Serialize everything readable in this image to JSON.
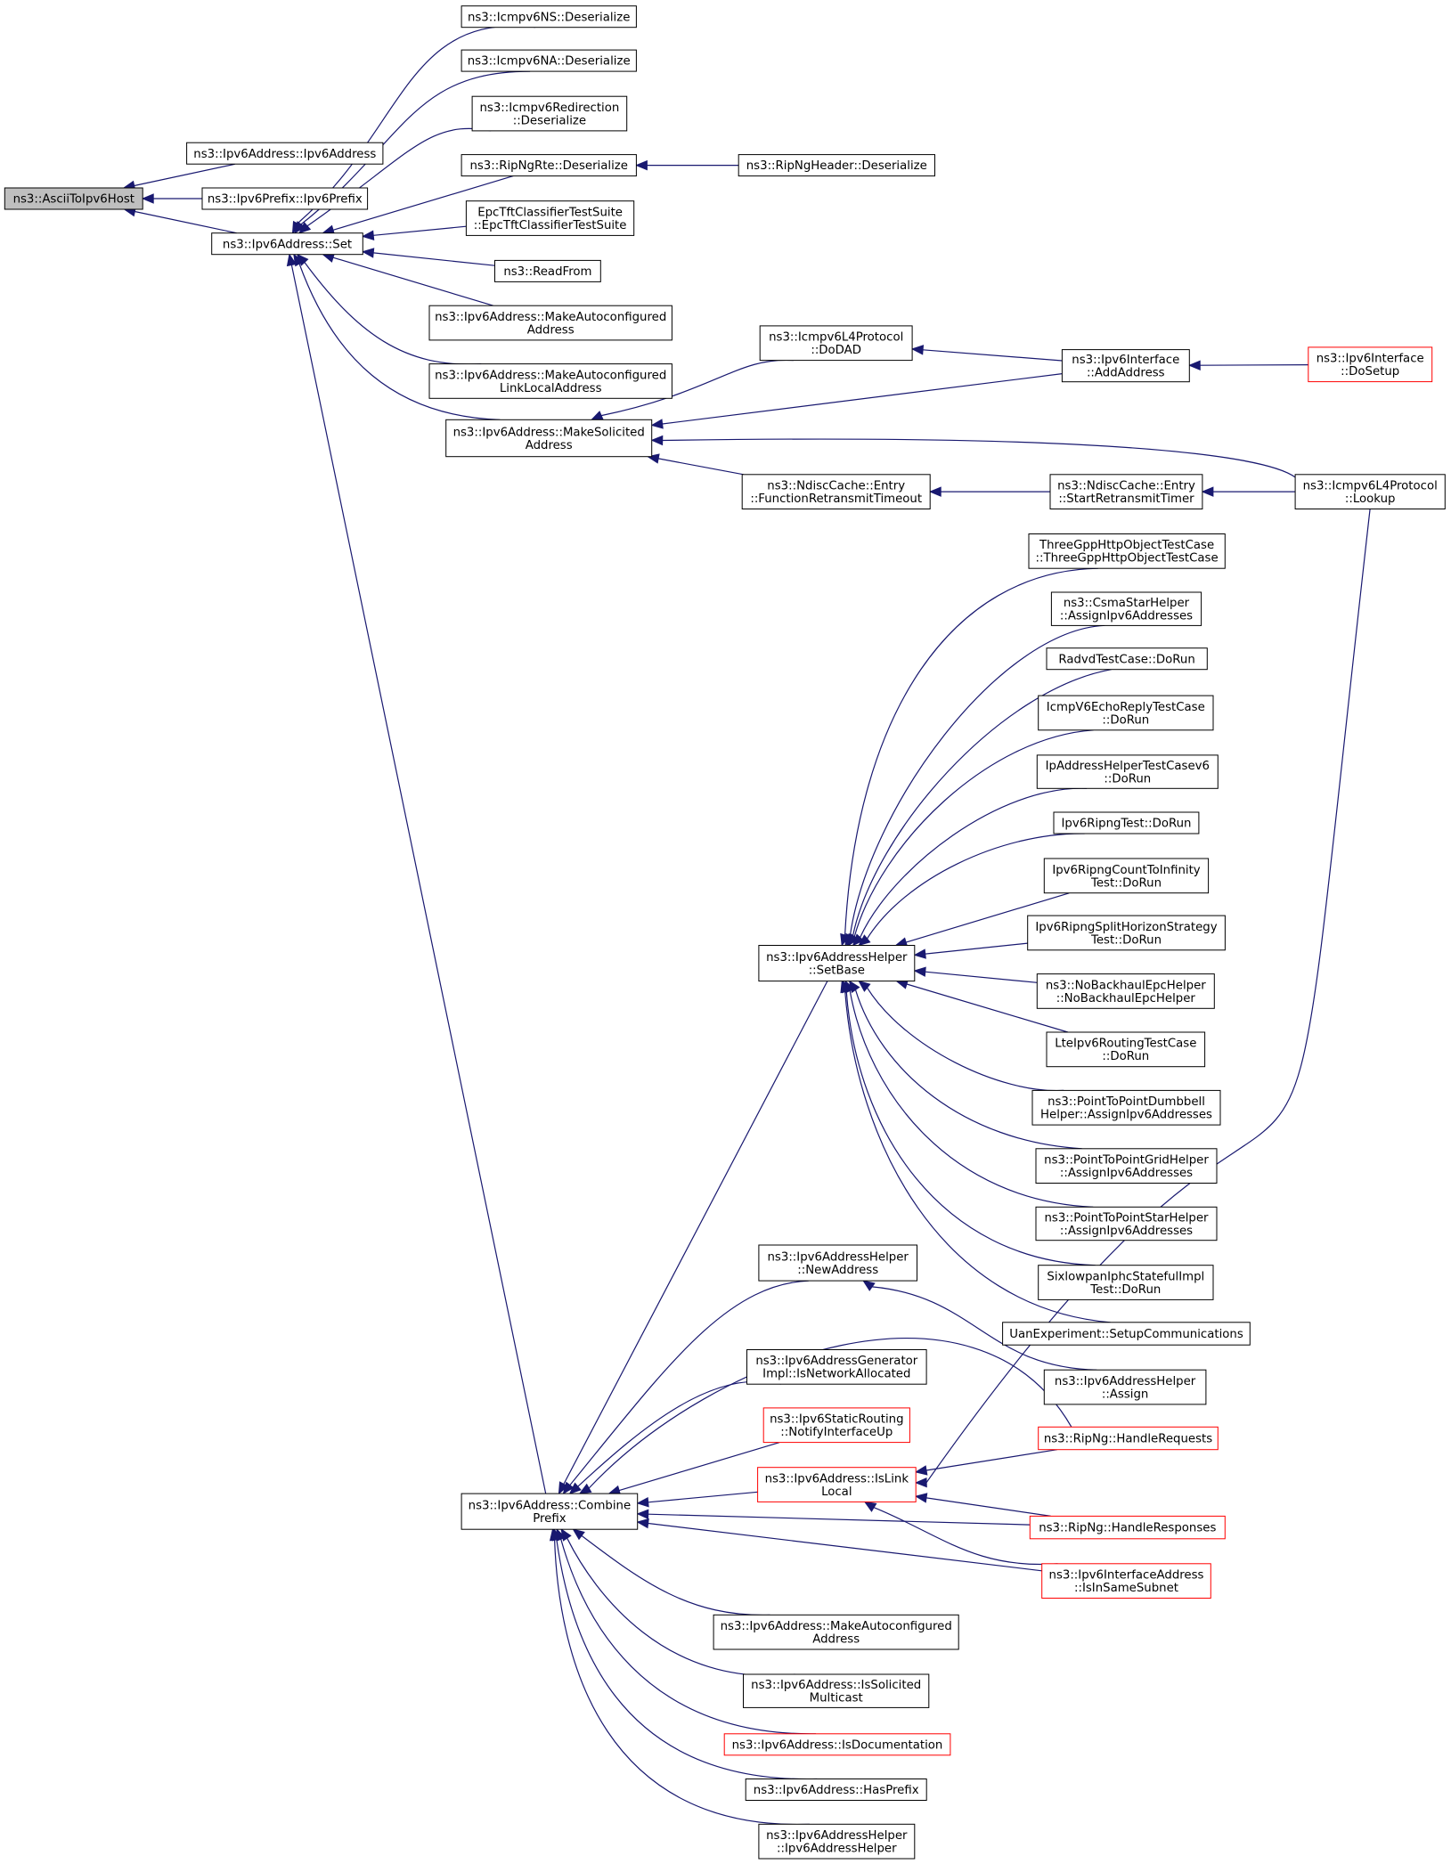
{
  "nodes": [
    {
      "id": "root",
      "lines": [
        "ns3::AsciiToIpv6Host"
      ],
      "root": true
    },
    {
      "id": "ipv6addr_ctor",
      "lines": [
        "ns3::Ipv6Address::Ipv6Address"
      ]
    },
    {
      "id": "ipv6prefix_ctor",
      "lines": [
        "ns3::Ipv6Prefix::Ipv6Prefix"
      ]
    },
    {
      "id": "set",
      "lines": [
        "ns3::Ipv6Address::Set"
      ]
    },
    {
      "id": "icmpns_deser",
      "lines": [
        "ns3::Icmpv6NS::Deserialize"
      ]
    },
    {
      "id": "icmpna_deser",
      "lines": [
        "ns3::Icmpv6NA::Deserialize"
      ]
    },
    {
      "id": "icmpredir_deser",
      "lines": [
        "ns3::Icmpv6Redirection",
        "::Deserialize"
      ]
    },
    {
      "id": "ripngrte_deser",
      "lines": [
        "ns3::RipNgRte::Deserialize"
      ]
    },
    {
      "id": "ripngheader_deser",
      "lines": [
        "ns3::RipNgHeader::Deserialize"
      ]
    },
    {
      "id": "epctft",
      "lines": [
        "EpcTftClassifierTestSuite",
        "::EpcTftClassifierTestSuite"
      ]
    },
    {
      "id": "readfrom",
      "lines": [
        "ns3::ReadFrom"
      ]
    },
    {
      "id": "makeauto_addr1",
      "lines": [
        "ns3::Ipv6Address::MakeAutoconfigured",
        "Address"
      ]
    },
    {
      "id": "makeauto_ll",
      "lines": [
        "ns3::Ipv6Address::MakeAutoconfigured",
        "LinkLocalAddress"
      ]
    },
    {
      "id": "makesolicited",
      "lines": [
        "ns3::Ipv6Address::MakeSolicited",
        "Address"
      ]
    },
    {
      "id": "dodad",
      "lines": [
        "ns3::Icmpv6L4Protocol",
        "::DoDAD"
      ]
    },
    {
      "id": "addaddress",
      "lines": [
        "ns3::Ipv6Interface",
        "::AddAddress"
      ]
    },
    {
      "id": "dosetup",
      "lines": [
        "ns3::Ipv6Interface",
        "::DoSetup"
      ],
      "red": true
    },
    {
      "id": "funcretrans",
      "lines": [
        "ns3::NdiscCache::Entry",
        "::FunctionRetransmitTimeout"
      ]
    },
    {
      "id": "startretrans",
      "lines": [
        "ns3::NdiscCache::Entry",
        "::StartRetransmitTimer"
      ]
    },
    {
      "id": "lookup",
      "lines": [
        "ns3::Icmpv6L4Protocol",
        "::Lookup"
      ]
    },
    {
      "id": "threegpp",
      "lines": [
        "ThreeGppHttpObjectTestCase",
        "::ThreeGppHttpObjectTestCase"
      ]
    },
    {
      "id": "csmastar",
      "lines": [
        "ns3::CsmaStarHelper",
        "::AssignIpv6Addresses"
      ]
    },
    {
      "id": "radvd",
      "lines": [
        "RadvdTestCase::DoRun"
      ]
    },
    {
      "id": "icmpecho",
      "lines": [
        "IcmpV6EchoReplyTestCase",
        "::DoRun"
      ]
    },
    {
      "id": "ipaddrhelper_tc",
      "lines": [
        "IpAddressHelperTestCasev6",
        "::DoRun"
      ]
    },
    {
      "id": "ripngtest",
      "lines": [
        "Ipv6RipngTest::DoRun"
      ]
    },
    {
      "id": "ripngcount",
      "lines": [
        "Ipv6RipngCountToInfinity",
        "Test::DoRun"
      ]
    },
    {
      "id": "ripngsplit",
      "lines": [
        "Ipv6RipngSplitHorizonStrategy",
        "Test::DoRun"
      ]
    },
    {
      "id": "nobackhaul",
      "lines": [
        "ns3::NoBackhaulEpcHelper",
        "::NoBackhaulEpcHelper"
      ]
    },
    {
      "id": "lteipv6",
      "lines": [
        "LteIpv6RoutingTestCase",
        "::DoRun"
      ]
    },
    {
      "id": "p2pdumbbell",
      "lines": [
        "ns3::PointToPointDumbbell",
        "Helper::AssignIpv6Addresses"
      ]
    },
    {
      "id": "p2pgrid",
      "lines": [
        "ns3::PointToPointGridHelper",
        "::AssignIpv6Addresses"
      ]
    },
    {
      "id": "p2pstar",
      "lines": [
        "ns3::PointToPointStarHelper",
        "::AssignIpv6Addresses"
      ]
    },
    {
      "id": "sixlowpan",
      "lines": [
        "SixlowpanIphcStatefulImpl",
        "Test::DoRun"
      ]
    },
    {
      "id": "setbase",
      "lines": [
        "ns3::Ipv6AddressHelper",
        "::SetBase"
      ]
    },
    {
      "id": "uanexp",
      "lines": [
        "UanExperiment::SetupCommunications"
      ]
    },
    {
      "id": "newaddress",
      "lines": [
        "ns3::Ipv6AddressHelper",
        "::NewAddress"
      ]
    },
    {
      "id": "assign",
      "lines": [
        "ns3::Ipv6AddressHelper",
        "::Assign"
      ]
    },
    {
      "id": "isnetalloc",
      "lines": [
        "ns3::Ipv6AddressGenerator",
        "Impl::IsNetworkAllocated"
      ]
    },
    {
      "id": "notifyiface",
      "lines": [
        "ns3::Ipv6StaticRouting",
        "::NotifyInterfaceUp"
      ],
      "red": true
    },
    {
      "id": "handlerequests",
      "lines": [
        "ns3::RipNg::HandleRequests"
      ],
      "red": true
    },
    {
      "id": "islinklocal",
      "lines": [
        "ns3::Ipv6Address::IsLink",
        "Local"
      ],
      "red": true
    },
    {
      "id": "combineprefix",
      "lines": [
        "ns3::Ipv6Address::Combine",
        "Prefix"
      ]
    },
    {
      "id": "handleresponses",
      "lines": [
        "ns3::RipNg::HandleResponses"
      ],
      "red": true
    },
    {
      "id": "issamesubnet",
      "lines": [
        "ns3::Ipv6InterfaceAddress",
        "::IsInSameSubnet"
      ],
      "red": true
    },
    {
      "id": "makeauto_addr2",
      "lines": [
        "ns3::Ipv6Address::MakeAutoconfigured",
        "Address"
      ]
    },
    {
      "id": "issolicited",
      "lines": [
        "ns3::Ipv6Address::IsSolicited",
        "Multicast"
      ]
    },
    {
      "id": "isdoc",
      "lines": [
        "ns3::Ipv6Address::IsDocumentation"
      ],
      "red": true
    },
    {
      "id": "hasprefix",
      "lines": [
        "ns3::Ipv6Address::HasPrefix"
      ]
    },
    {
      "id": "helperctor",
      "lines": [
        "ns3::Ipv6AddressHelper",
        "::Ipv6AddressHelper"
      ]
    }
  ],
  "edges": [
    [
      "ipv6addr_ctor",
      "root"
    ],
    [
      "ipv6prefix_ctor",
      "root"
    ],
    [
      "set",
      "root"
    ],
    [
      "icmpns_deser",
      "set"
    ],
    [
      "icmpna_deser",
      "set"
    ],
    [
      "icmpredir_deser",
      "set"
    ],
    [
      "ripngrte_deser",
      "set"
    ],
    [
      "epctft",
      "set"
    ],
    [
      "readfrom",
      "set"
    ],
    [
      "makeauto_addr1",
      "set"
    ],
    [
      "makeauto_ll",
      "set"
    ],
    [
      "makesolicited",
      "set"
    ],
    [
      "combineprefix",
      "set"
    ],
    [
      "ripngheader_deser",
      "ripngrte_deser"
    ],
    [
      "dodad",
      "makesolicited"
    ],
    [
      "addaddress",
      "makesolicited"
    ],
    [
      "lookup",
      "makesolicited"
    ],
    [
      "funcretrans",
      "makesolicited"
    ],
    [
      "addaddress",
      "dodad"
    ],
    [
      "dosetup",
      "addaddress"
    ],
    [
      "startretrans",
      "funcretrans"
    ],
    [
      "lookup",
      "startretrans"
    ],
    [
      "threegpp",
      "setbase"
    ],
    [
      "csmastar",
      "setbase"
    ],
    [
      "radvd",
      "setbase"
    ],
    [
      "icmpecho",
      "setbase"
    ],
    [
      "ipaddrhelper_tc",
      "setbase"
    ],
    [
      "ripngtest",
      "setbase"
    ],
    [
      "ripngcount",
      "setbase"
    ],
    [
      "ripngsplit",
      "setbase"
    ],
    [
      "nobackhaul",
      "setbase"
    ],
    [
      "lteipv6",
      "setbase"
    ],
    [
      "p2pdumbbell",
      "setbase"
    ],
    [
      "p2pgrid",
      "setbase"
    ],
    [
      "p2pstar",
      "setbase"
    ],
    [
      "sixlowpan",
      "setbase"
    ],
    [
      "uanexp",
      "setbase"
    ],
    [
      "setbase",
      "combineprefix"
    ],
    [
      "newaddress",
      "combineprefix"
    ],
    [
      "handlerequests",
      "combineprefix"
    ],
    [
      "isnetalloc",
      "combineprefix"
    ],
    [
      "notifyiface",
      "combineprefix"
    ],
    [
      "islinklocal",
      "combineprefix"
    ],
    [
      "handleresponses",
      "combineprefix"
    ],
    [
      "issamesubnet",
      "combineprefix"
    ],
    [
      "makeauto_addr2",
      "combineprefix"
    ],
    [
      "issolicited",
      "combineprefix"
    ],
    [
      "isdoc",
      "combineprefix"
    ],
    [
      "hasprefix",
      "combineprefix"
    ],
    [
      "helperctor",
      "combineprefix"
    ],
    [
      "assign",
      "newaddress"
    ],
    [
      "handlerequests",
      "islinklocal"
    ],
    [
      "lookup",
      "islinklocal"
    ],
    [
      "handleresponses",
      "islinklocal"
    ],
    [
      "issamesubnet",
      "islinklocal"
    ]
  ]
}
